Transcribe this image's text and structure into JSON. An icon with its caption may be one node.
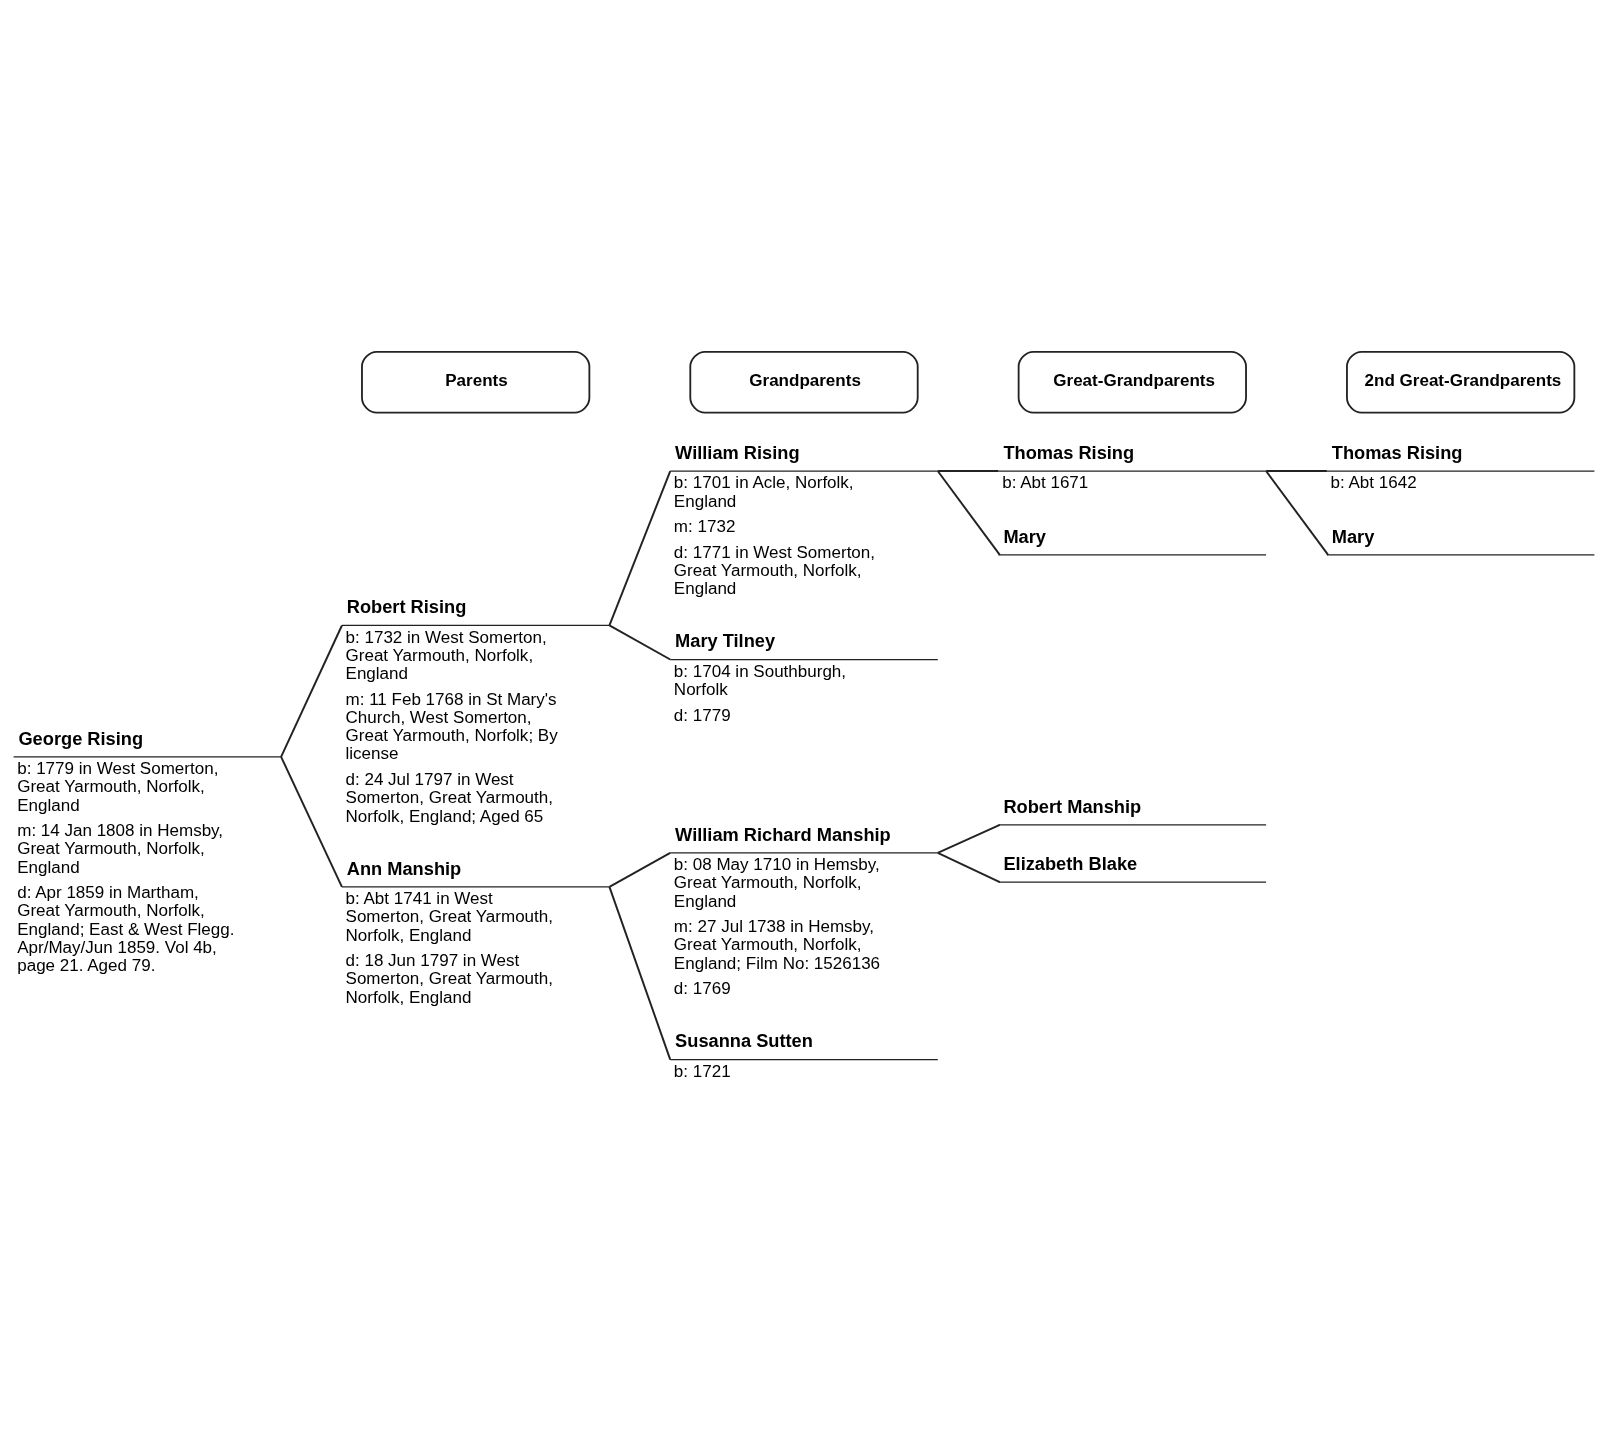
{
  "diagram": {
    "nodes": [
      {
        "text": [
          "Parents"
        ]
      },
      {
        "text": [
          "Grandparents"
        ]
      },
      {
        "text": [
          "Great-Grandparents"
        ]
      },
      {
        "text": [
          "2nd Great-Grandparents"
        ]
      },
      {
        "text": [
          "George Rising",
          "b: 1779 in West Somerton, Great Yarmouth, Norfolk, England",
          "m: 14 Jan 1808 in Hemsby, Great Yarmouth, Norfolk, England",
          "d: Apr 1859 in Martham, Great Yarmouth, Norfolk, England; East & West Flegg. Apr/May/Jun 1859. Vol 4b, page 21. Aged 79."
        ]
      },
      {
        "text": [
          "Robert Rising",
          "b: 1732 in West Somerton, Great Yarmouth, Norfolk, England",
          "m: 11 Feb 1768 in St Mary's Church, West Somerton, Great Yarmouth, Norfolk; By license",
          "d: 24 Jul 1797 in West Somerton, Great Yarmouth, Norfolk, England; Aged 65"
        ]
      },
      {
        "text": [
          "Ann Manship",
          "b: Abt 1741 in West Somerton, Great Yarmouth, Norfolk, England",
          "d: 18 Jun 1797 in West Somerton, Great Yarmouth, Norfolk, England"
        ]
      },
      {
        "text": [
          "William Rising",
          "b: 1701 in Acle, Norfolk, England",
          "m: 1732",
          "d: 1771 in West Somerton, Great Yarmouth, Norfolk, England"
        ]
      },
      {
        "text": [
          "Mary Tilney",
          "b: 1704 in Southburgh, Norfolk",
          "d: 1779"
        ]
      },
      {
        "text": [
          "William Richard Manship",
          "b: 08 May 1710 in Hemsby, Great Yarmouth, Norfolk, England",
          "m: 27 Jul 1738 in Hemsby, Great Yarmouth, Norfolk, England; Film No: 1526136",
          "d: 1769"
        ]
      },
      {
        "text": [
          "Susanna Sutten",
          "b: 1721"
        ]
      },
      {
        "text": [
          "Thomas Rising",
          "b: Abt 1671"
        ]
      },
      {
        "text": [
          "Mary"
        ]
      },
      {
        "text": [
          "Robert Manship"
        ]
      },
      {
        "text": [
          "Elizabeth Blake"
        ]
      },
      {
        "text": [
          "Thomas Rising",
          "b: Abt 1642"
        ]
      },
      {
        "text": [
          "Mary"
        ]
      }
    ],
    "edges": [
      {
        "from": 4,
        "to": 5,
        "arrow": "none"
      },
      {
        "from": 4,
        "to": 6,
        "arrow": "none"
      },
      {
        "from": 5,
        "to": 7,
        "arrow": "none"
      },
      {
        "from": 5,
        "to": 8,
        "arrow": "none"
      },
      {
        "from": 6,
        "to": 9,
        "arrow": "none"
      },
      {
        "from": 6,
        "to": 10,
        "arrow": "none"
      },
      {
        "from": 7,
        "to": 11,
        "arrow": "none"
      },
      {
        "from": 7,
        "to": 12,
        "arrow": "none"
      },
      {
        "from": 9,
        "to": 13,
        "arrow": "none"
      },
      {
        "from": 9,
        "to": 14,
        "arrow": "none"
      },
      {
        "from": 11,
        "to": 15,
        "arrow": "none"
      },
      {
        "from": 11,
        "to": 16,
        "arrow": "none"
      }
    ]
  }
}
